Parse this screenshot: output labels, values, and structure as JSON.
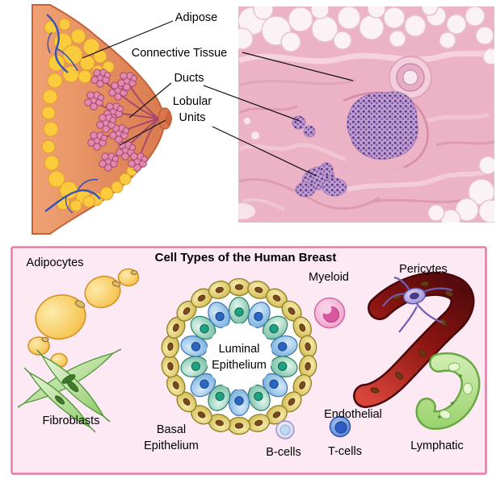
{
  "figure_labels": {
    "adipose": "Adipose",
    "connective_tissue": "Connective Tissue",
    "ducts": "Ducts",
    "lobular_units": "Lobular Units"
  },
  "panel": {
    "title": "Cell Types of the Human Breast",
    "cell_labels": {
      "adipocytes": "Adipocytes",
      "fibroblasts": "Fibroblasts",
      "myeloid": "Myeloid",
      "pericytes": "Pericytes",
      "luminal_epithelium": "Luminal Epithelium",
      "basal_epithelium": "Basal Epithelium",
      "endothelial": "Endothelial",
      "b_cells": "B-cells",
      "t_cells": "T-cells",
      "lymphatic": "Lymphatic"
    }
  },
  "colors": {
    "panel_background": "#fce9f3",
    "panel_border": "#e87ba8",
    "adipose_yellow": "#f9c23c",
    "skin_tone": "#e08a5e",
    "duct_pink": "#d97ca6",
    "histology_pink": "#ecb2c5",
    "lobule_purple": "#6b3f94",
    "vessel_red": "#9e1915",
    "pericyte_purple": "#9183cc",
    "lymphatic_green": "#8cc468",
    "t_cell_blue": "#4a78d0",
    "myeloid_pink": "#ee8fc0"
  }
}
